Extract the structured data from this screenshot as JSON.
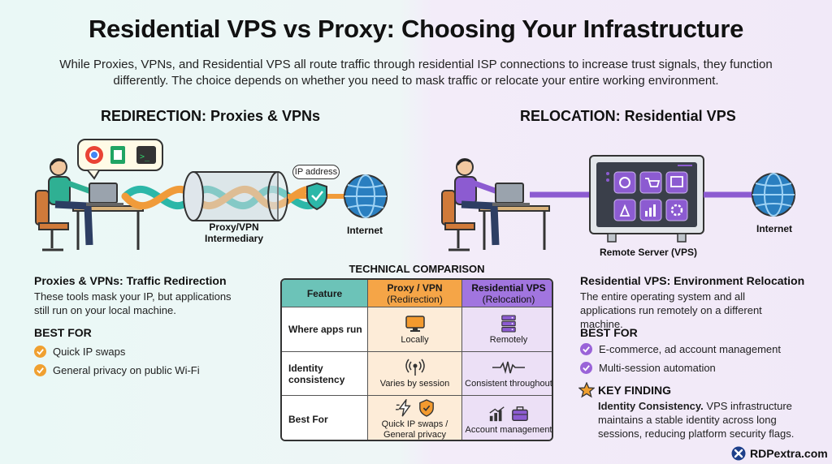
{
  "title": "Residential VPS vs Proxy: Choosing Your Infrastructure",
  "intro": "While Proxies, VPNs, and Residential VPS all route traffic through residential ISP connections to increase trust signals, they function differently. The choice depends on whether you need to mask traffic or relocate your entire working environment.",
  "left": {
    "heading": "REDIRECTION: Proxies & VPNs",
    "ip_badge": "IP address",
    "tunnel_label": "Proxy/VPN Intermediary",
    "internet_label": "Internet",
    "block_title": "Proxies & VPNs: Traffic Redirection",
    "block_desc": "These tools mask your IP, but applications still run on your local machine.",
    "best_for_heading": "BEST FOR",
    "best_for": [
      "Quick IP swaps",
      "General privacy on public Wi-Fi"
    ]
  },
  "right": {
    "heading": "RELOCATION: Residential VPS",
    "server_label": "Remote Server (VPS)",
    "internet_label": "Internet",
    "block_title": "Residential VPS: Environment Relocation",
    "block_desc": "The entire operating system and all applications run remotely on a different machine.",
    "best_for_heading": "BEST FOR",
    "best_for": [
      "E-commerce, ad account management",
      "Multi-session automation"
    ]
  },
  "comparison": {
    "title": "TECHNICAL COMPARISON",
    "headers": {
      "feature": "Feature",
      "proxy_name": "Proxy / VPN",
      "proxy_sub": "(Redirection)",
      "vps_name": "Residential VPS",
      "vps_sub": "(Relocation)"
    },
    "rows": [
      {
        "feature": "Where apps run",
        "proxy": "Locally",
        "vps": "Remotely",
        "proxy_icon": "monitor-icon",
        "vps_icon": "server-rack-icon"
      },
      {
        "feature": "Identity consistency",
        "proxy": "Varies by session",
        "vps": "Consistent throughout",
        "proxy_icon": "signal-icon",
        "vps_icon": "waveform-icon"
      },
      {
        "feature": "Best For",
        "proxy": "Quick IP swaps / General privacy",
        "vps": "Account management",
        "proxy_icon": "lightning-shield-icon",
        "vps_icon": "chart-briefcase-icon"
      }
    ]
  },
  "key_finding": {
    "heading": "KEY FINDING",
    "bold": "Identity Consistency.",
    "text": " VPS infrastructure maintains a stable identity across long sessions, reducing platform security flags."
  },
  "brand": "RDPextra.com",
  "colors": {
    "orange_accent": "#f0a030",
    "purple_accent": "#9a63d8",
    "teal_header": "#6cc3b8",
    "globe_blue": "#2a7fc0"
  }
}
